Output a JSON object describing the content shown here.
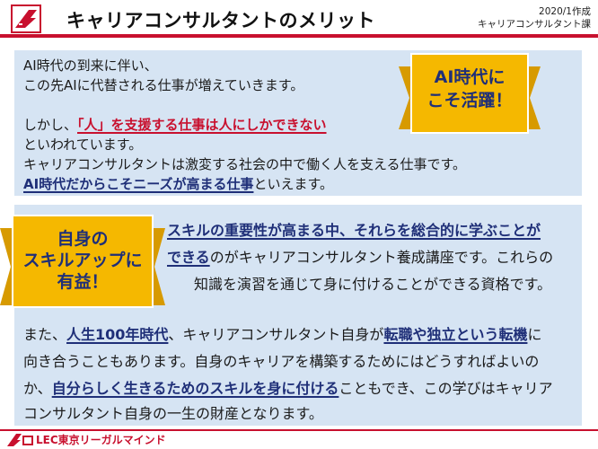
{
  "header": {
    "title": "キャリアコンサルタントのメリット",
    "date": "2020/1作成",
    "dept": "キャリアコンサルタント課"
  },
  "ribbon1": {
    "line1": "AI時代に",
    "line2": "こそ活躍！"
  },
  "ribbon2": {
    "line1": "自身の",
    "line2": "スキルアップに",
    "line3": "有益！"
  },
  "section1": {
    "l1": "AI時代の到来に伴い、",
    "l2": "この先AIに代替される仕事が増えていきます。",
    "l3_pre": "しかし、",
    "l3_hl": "「人」を支援する仕事は人にしかできない",
    "l4": "といわれています。",
    "l5": "キャリアコンサルタントは激変する社会の中で働く人を支える仕事です。",
    "l6_hl": "AI時代だからこそニーズが高まる仕事",
    "l6_post": "といえます。"
  },
  "section2": {
    "a1_hl": "スキルの重要性が高まる中、それらを総合的に学ぶことが",
    "a2_hl": "できる",
    "a2_post": "のがキャリアコンサルタント養成講座です。これらの",
    "a3": "知識を演習を通じて身に付けることができる資格です。",
    "b1_pre": "また、",
    "b1_hl1": "人生100年時代",
    "b1_mid": "、キャリアコンサルタント自身が",
    "b1_hl2": "転職や独立という転機",
    "b1_post": "に",
    "b2": "向き合うこともあります。自身のキャリアを構築するためにはどうすればよいの",
    "b3_pre": "か、",
    "b3_hl": "自分らしく生きるためのスキルを身に付ける",
    "b3_post": "こともでき、この学びはキャリア",
    "b4": "コンサルタント自身の一生の財産となります。"
  },
  "footer": {
    "brand": "LEC東京リーガルマインド"
  },
  "colors": {
    "accent_red": "#c8102e",
    "navy": "#1f2f78",
    "panel": "#d6e4f3",
    "ribbon": "#f5b800"
  }
}
